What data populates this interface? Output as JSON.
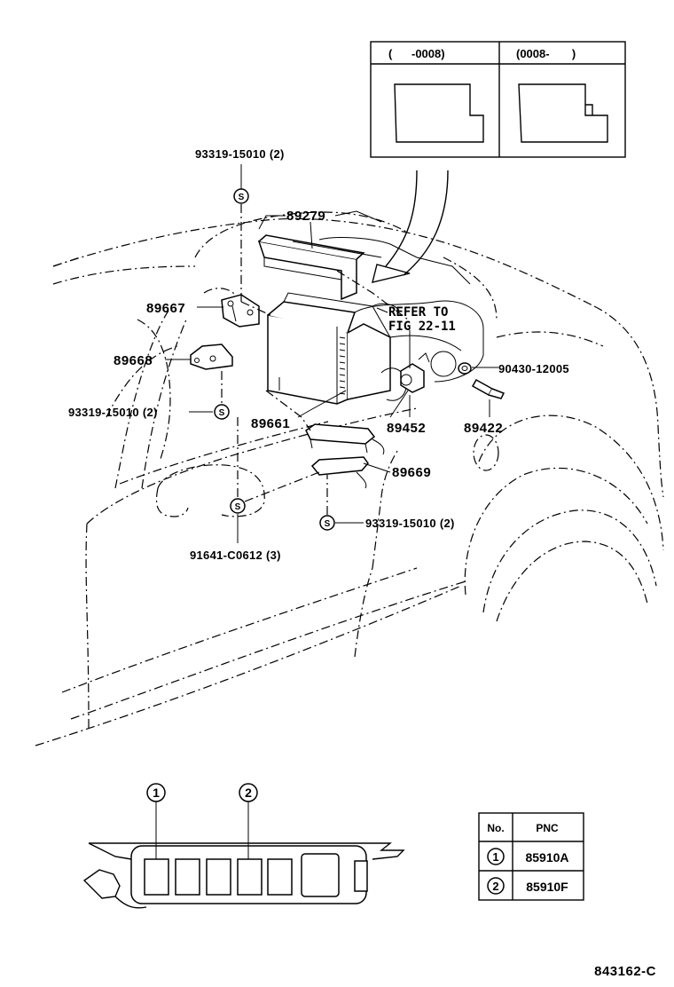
{
  "inset": {
    "left_label": "(      -0008)",
    "right_label": "(0008-       )"
  },
  "reference": {
    "line1": "REFER TO",
    "line2": "FIG 22-11"
  },
  "parts": {
    "p89279": "89279",
    "p89667": "89667",
    "p89668": "89668",
    "p89661": "89661",
    "p89452": "89452",
    "p89422": "89422",
    "p89669": "89669",
    "bolt_top": "93319-15010 (2)",
    "bolt_left": "93319-15010 (2)",
    "bolt_bottom": "93319-15010 (2)",
    "screw": "91641-C0612 (3)",
    "plug": "90430-12005",
    "s_symbol": "S"
  },
  "callouts": {
    "c1": "1",
    "c2": "2"
  },
  "pnc_table": {
    "headers": [
      "No.",
      "PNC"
    ],
    "rows": [
      {
        "no": "1",
        "pnc": "85910A"
      },
      {
        "no": "2",
        "pnc": "85910F"
      }
    ]
  },
  "figure_id": "843162-C"
}
